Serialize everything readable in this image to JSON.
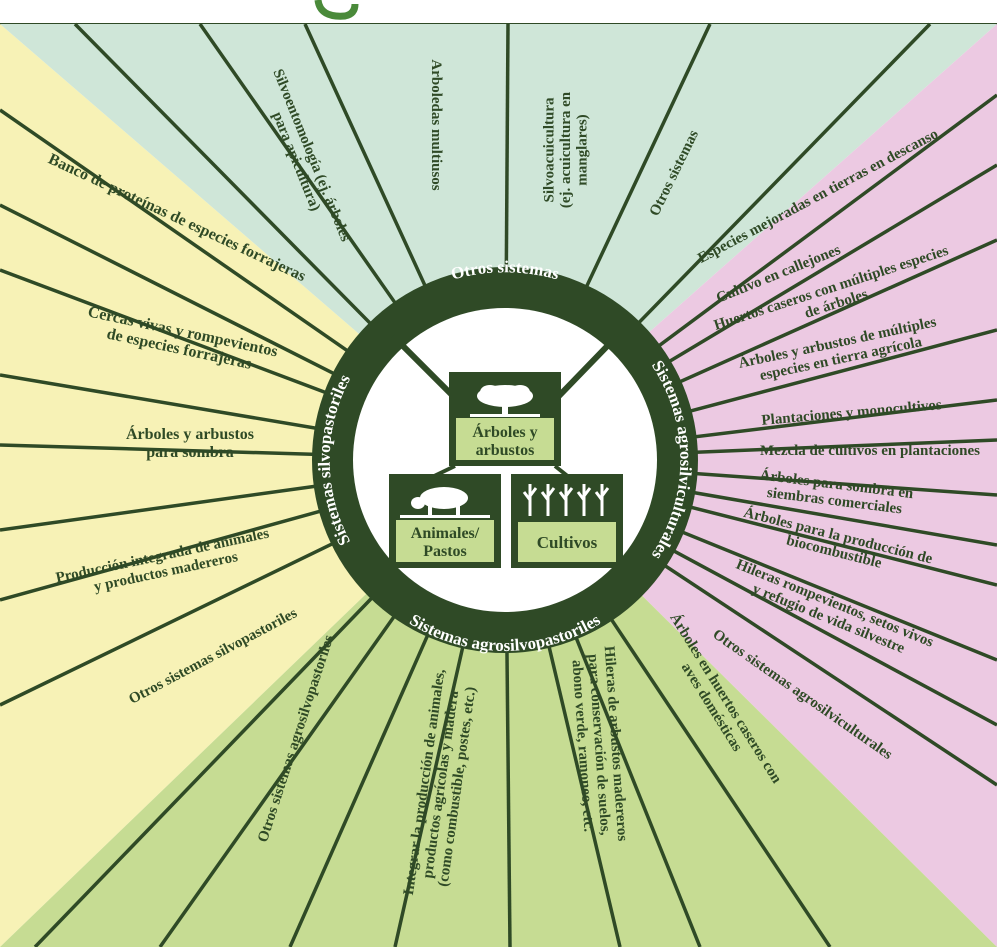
{
  "colors": {
    "yellow": "#f7f2b6",
    "mint": "#cfe6d8",
    "pink": "#ecc9e2",
    "green": "#c6dc93",
    "dark": "#2f4a26",
    "white": "#ffffff"
  },
  "ring": {
    "top": "Otros sistemas",
    "left": "Sistemas silvopastoriles",
    "right": "Sistemas agrosilviculturales",
    "bottom": "Sistemas agrosilvopastoriles"
  },
  "center": {
    "trees": [
      "Árboles y",
      "arbustos"
    ],
    "animals": [
      "Animales/",
      "Pastos"
    ],
    "crops": [
      "Cultivos"
    ]
  },
  "top_sector": [
    [
      "Silvoentomología (ej. árboles",
      "para apicultura)"
    ],
    [
      "Arboledas multiusos"
    ],
    [
      "Silvoacuicultura",
      "(ej. acuicultura en",
      "manglares)"
    ],
    [
      "Otros sistemas"
    ]
  ],
  "left_sector": [
    [
      "Banco de proteínas de especies forrajeras"
    ],
    [
      "Cercas vivas y rompevientos",
      "de especies forrajeras"
    ],
    [
      "Árboles y arbustos",
      "para sombra"
    ],
    [
      "Producción integrada de animales",
      "y productos madereros"
    ],
    [
      "Otros sistemas silvopastoriles"
    ]
  ],
  "right_sector": [
    [
      "Especies mejoradas en tierras en descanso"
    ],
    [
      "Cultivo en callejones"
    ],
    [
      "Huertos caseros con múltiples especies",
      "de árboles"
    ],
    [
      "Árboles y arbustos de múltiples",
      "especies en tierra agrícola"
    ],
    [
      "Plantaciones y monocultivos"
    ],
    [
      "Mezcla de cultivos en plantaciones"
    ],
    [
      "Árboles para sombra en",
      "siembras comerciales"
    ],
    [
      "Árboles para la producción de",
      "biocombustible"
    ],
    [
      "Hileras rompevientos, setos vivos",
      "y refugio de vida silvestre"
    ],
    [
      "Otros sistemas agrosilviculturales"
    ]
  ],
  "bottom_sector": [
    [
      "Otros sistemas agrosilvopastoriles"
    ],
    [
      "Integrar la producción de animales,",
      "productos agrícolas y madera",
      "(como combustible, postes, etc.)"
    ],
    [
      "Hileras de arbustos madereros",
      "para conservación de suelos,",
      "abono verde, ramoneo, etc."
    ],
    [
      "Árboles en huertos caseros con",
      "aves domésticas"
    ]
  ]
}
